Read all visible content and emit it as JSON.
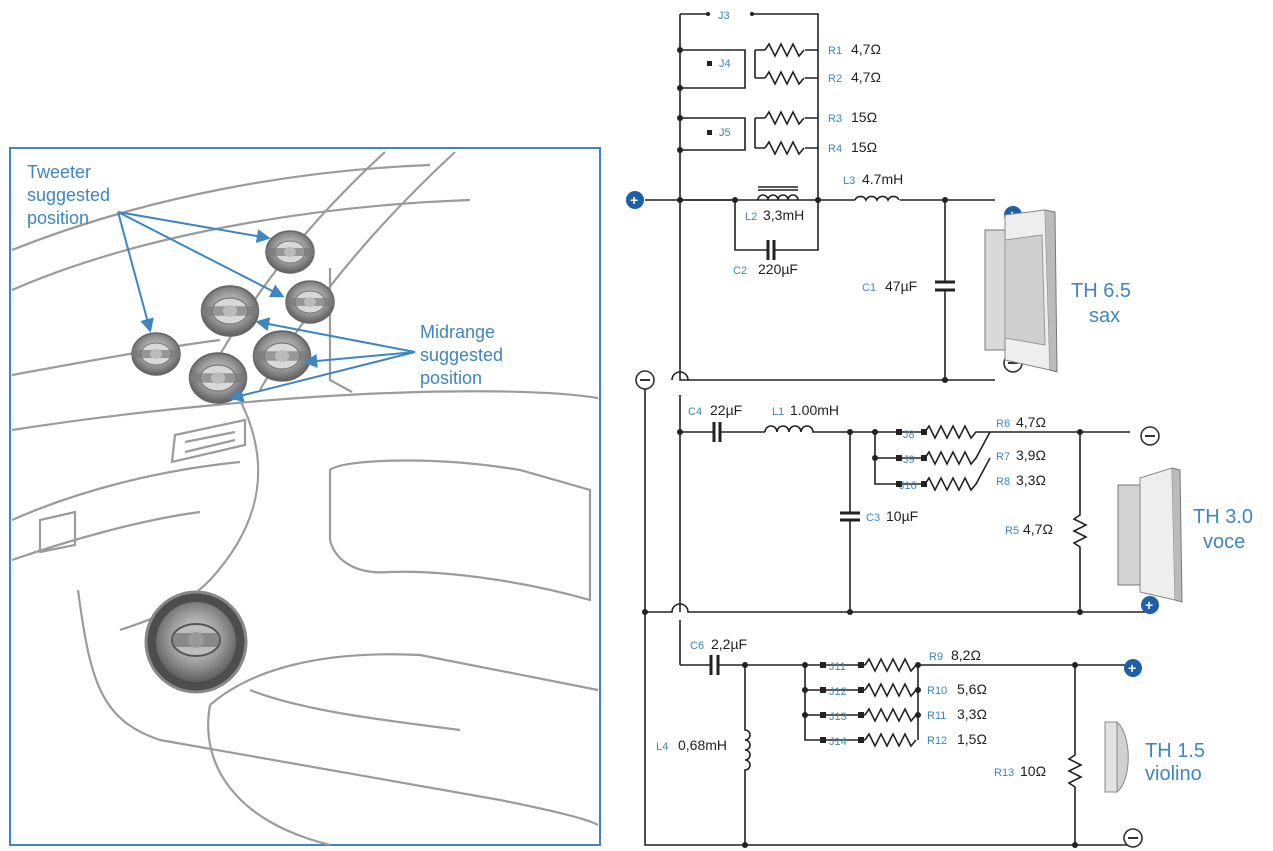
{
  "illustration": {
    "tweeter_note": [
      "Tweeter",
      "suggested",
      "position"
    ],
    "midrange_note": [
      "Midrange",
      "suggested",
      "position"
    ]
  },
  "schematic": {
    "jumpers": {
      "j3": "J3",
      "j4": "J4",
      "j5": "J5",
      "j8": "J8",
      "j9": "J9",
      "j10": "J10",
      "j11": "J11",
      "j12": "J12",
      "j13": "J13",
      "j14": "J14"
    },
    "components": {
      "r1": {
        "ref": "R1",
        "value": "4,7Ω"
      },
      "r2": {
        "ref": "R2",
        "value": "4,7Ω"
      },
      "r3": {
        "ref": "R3",
        "value": "15Ω"
      },
      "r4": {
        "ref": "R4",
        "value": "15Ω"
      },
      "l3": {
        "ref": "L3",
        "value": "4.7mH"
      },
      "l2": {
        "ref": "L2",
        "value": "3,3mH"
      },
      "c2": {
        "ref": "C2",
        "value": "220µF"
      },
      "c1": {
        "ref": "C1",
        "value": "47µF"
      },
      "c4": {
        "ref": "C4",
        "value": "22µF"
      },
      "l1": {
        "ref": "L1",
        "value": "1.00mH"
      },
      "r6": {
        "ref": "R6",
        "value": "4,7Ω"
      },
      "r7": {
        "ref": "R7",
        "value": "3,9Ω"
      },
      "r8": {
        "ref": "R8",
        "value": "3,3Ω"
      },
      "c3": {
        "ref": "C3",
        "value": "10µF"
      },
      "r5": {
        "ref": "R5",
        "value": "4,7Ω"
      },
      "c6": {
        "ref": "C6",
        "value": "2,2µF"
      },
      "r9": {
        "ref": "R9",
        "value": "8,2Ω"
      },
      "r10": {
        "ref": "R10",
        "value": "5,6Ω"
      },
      "r11": {
        "ref": "R11",
        "value": "3,3Ω"
      },
      "r12": {
        "ref": "R12",
        "value": "1,5Ω"
      },
      "l4": {
        "ref": "L4",
        "value": "0,68mH"
      },
      "r13": {
        "ref": "R13",
        "value": "10Ω"
      }
    },
    "speakers": {
      "woofer": {
        "model": "TH 6.5",
        "name": "sax"
      },
      "mid": {
        "model": "TH 3.0",
        "name": "voce"
      },
      "tweeter": {
        "model": "TH 1.5",
        "name": "violino"
      }
    },
    "terminal_colors": {
      "plus": "#1f5fa8",
      "minus_stroke": "#333333"
    },
    "accent": "#3e86c1"
  }
}
